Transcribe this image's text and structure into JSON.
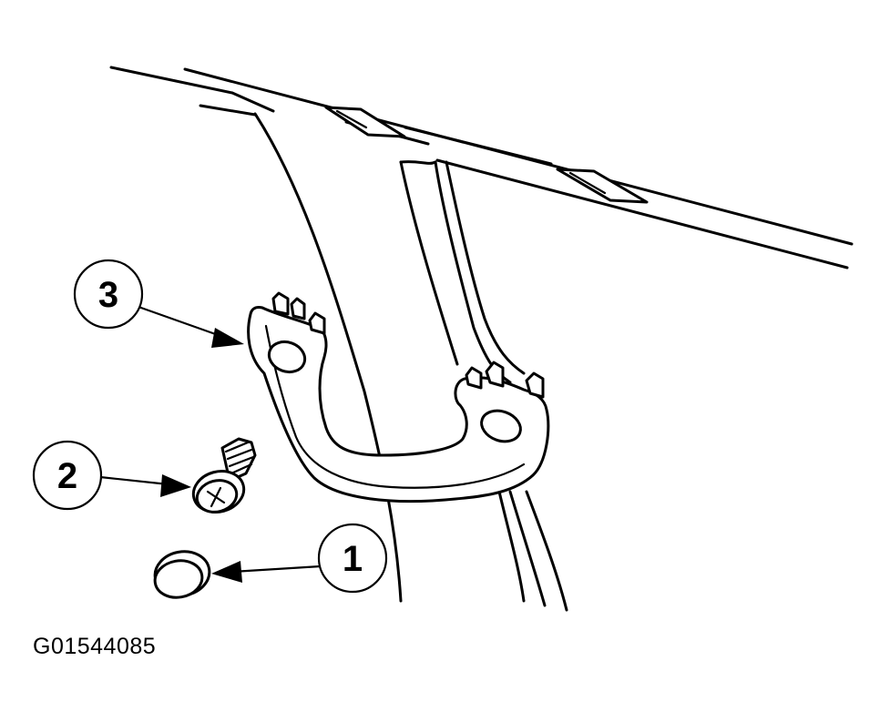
{
  "figure_id": "G01544085",
  "callouts": [
    {
      "number": "1",
      "part": "cap"
    },
    {
      "number": "2",
      "part": "screw"
    },
    {
      "number": "3",
      "part": "grab-handle"
    }
  ],
  "colors": {
    "line": "#000000",
    "background": "#ffffff"
  }
}
